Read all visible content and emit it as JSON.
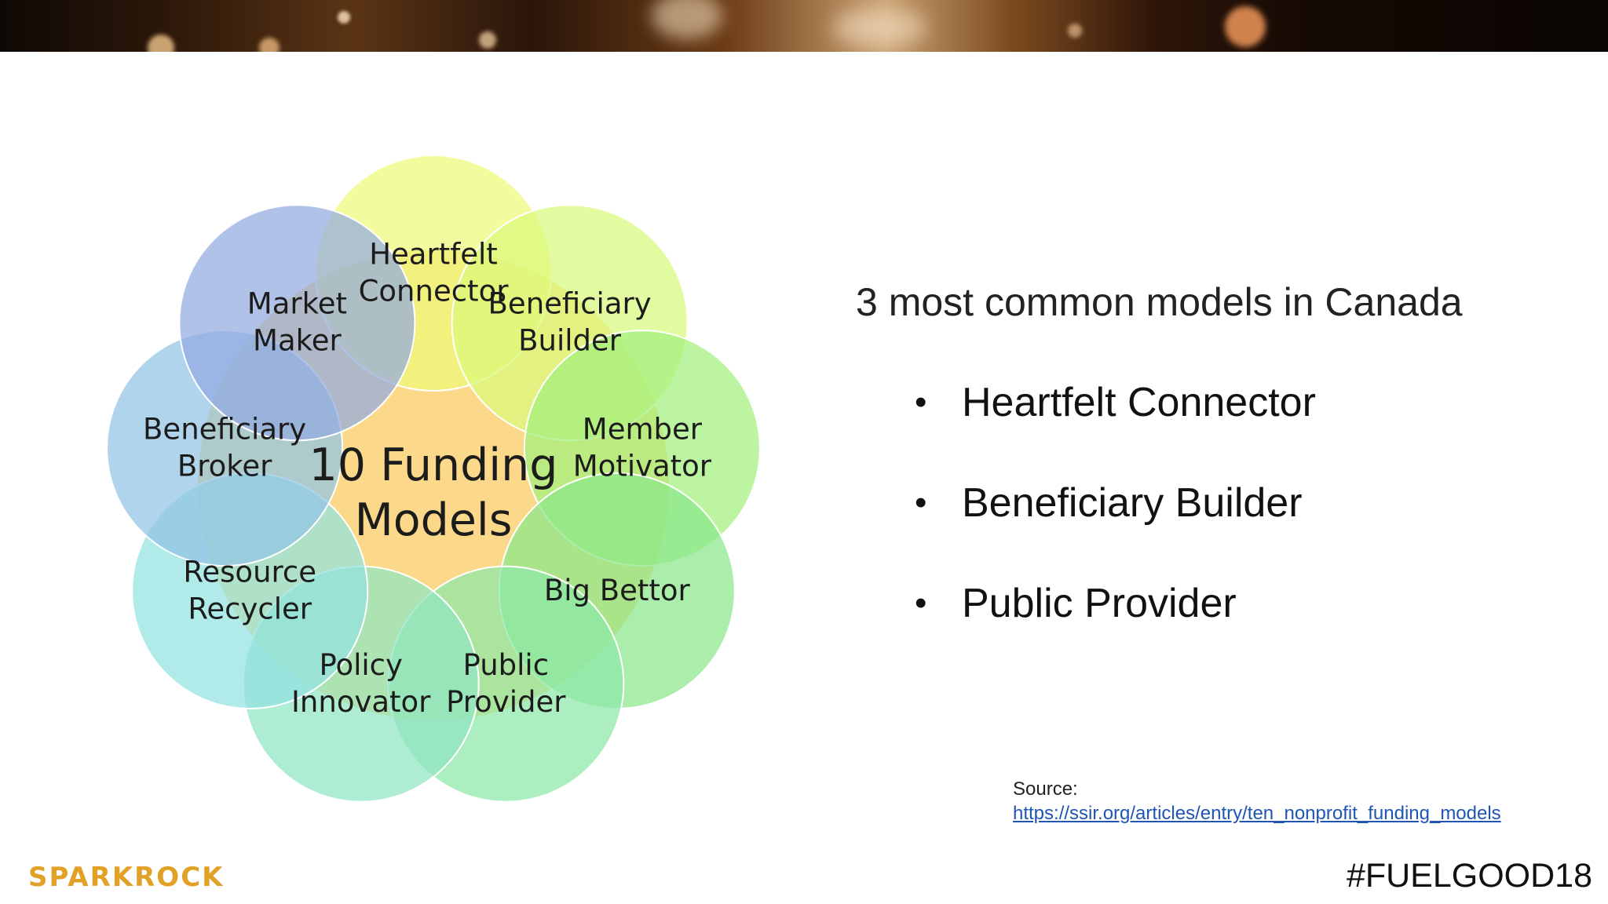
{
  "diagram": {
    "center": [
      "10 Funding",
      "Models"
    ],
    "models": [
      {
        "lines": [
          "Heartfelt",
          "Connector"
        ],
        "color": "#eff97a"
      },
      {
        "lines": [
          "Beneficiary",
          "Builder"
        ],
        "color": "#d8f97b"
      },
      {
        "lines": [
          "Member",
          "Motivator"
        ],
        "color": "#a2f07e"
      },
      {
        "lines": [
          "Big Bettor"
        ],
        "color": "#8ae88a"
      },
      {
        "lines": [
          "Public",
          "Provider"
        ],
        "color": "#8ce8a8"
      },
      {
        "lines": [
          "Policy",
          "Innovator"
        ],
        "color": "#8fe4c4"
      },
      {
        "lines": [
          "Resource",
          "Recycler"
        ],
        "color": "#92e2e0"
      },
      {
        "lines": [
          "Beneficiary",
          "Broker"
        ],
        "color": "#90c4e4"
      },
      {
        "lines": [
          "Market",
          "Maker"
        ],
        "color": "#93aae0"
      }
    ],
    "center_color": "#fcd98a"
  },
  "heading": "3 most common models in Canada",
  "bullets": [
    "Heartfelt Connector",
    "Beneficiary Builder",
    "Public Provider"
  ],
  "bullet_char": "•",
  "source": {
    "label": "Source:",
    "url": "https://ssir.org/articles/entry/ten_nonprofit_funding_models"
  },
  "logo": "SPARKROCK",
  "hashtag": "#FUELGOOD18"
}
